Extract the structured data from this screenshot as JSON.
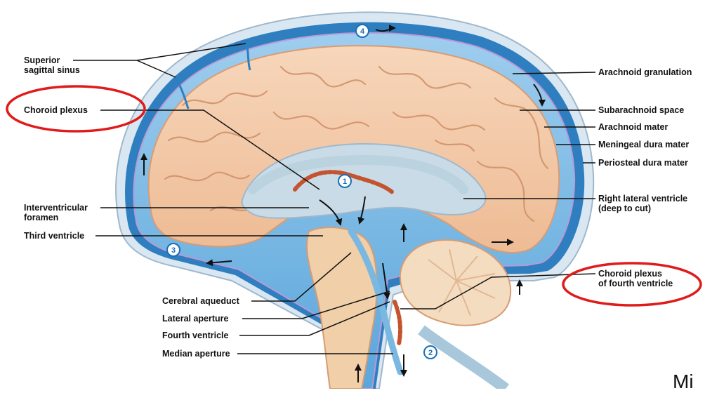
{
  "labels": {
    "left": {
      "superior_sagittal_sinus": "Superior\nsagittal sinus",
      "choroid_plexus": "Choroid plexus",
      "interventricular_foramen": "Interventricular\nforamen",
      "third_ventricle": "Third ventricle",
      "cerebral_aqueduct": "Cerebral aqueduct",
      "lateral_aperture": "Lateral aperture",
      "fourth_ventricle": "Fourth ventricle",
      "median_aperture": "Median aperture"
    },
    "right": {
      "arachnoid_granulation": "Arachnoid granulation",
      "subarachnoid_space": "Subarachnoid space",
      "arachnoid_mater": "Arachnoid mater",
      "meningeal_dura_mater": "Meningeal dura mater",
      "periosteal_dura_mater": "Periosteal dura mater",
      "right_lateral_ventricle": "Right lateral ventricle\n(deep to cut)",
      "choroid_plexus_fourth_ventricle": "Choroid plexus\nof fourth ventricle"
    }
  },
  "step_badges": [
    "1",
    "2",
    "3",
    "4"
  ],
  "corner_text": "Mi",
  "colors": {
    "csf_blue": "#4f9fd6",
    "dura": "#2f7fc0",
    "brain": "#f3c9a8",
    "plexus": "#c4542f",
    "highlight_circle": "#e01b1b"
  }
}
